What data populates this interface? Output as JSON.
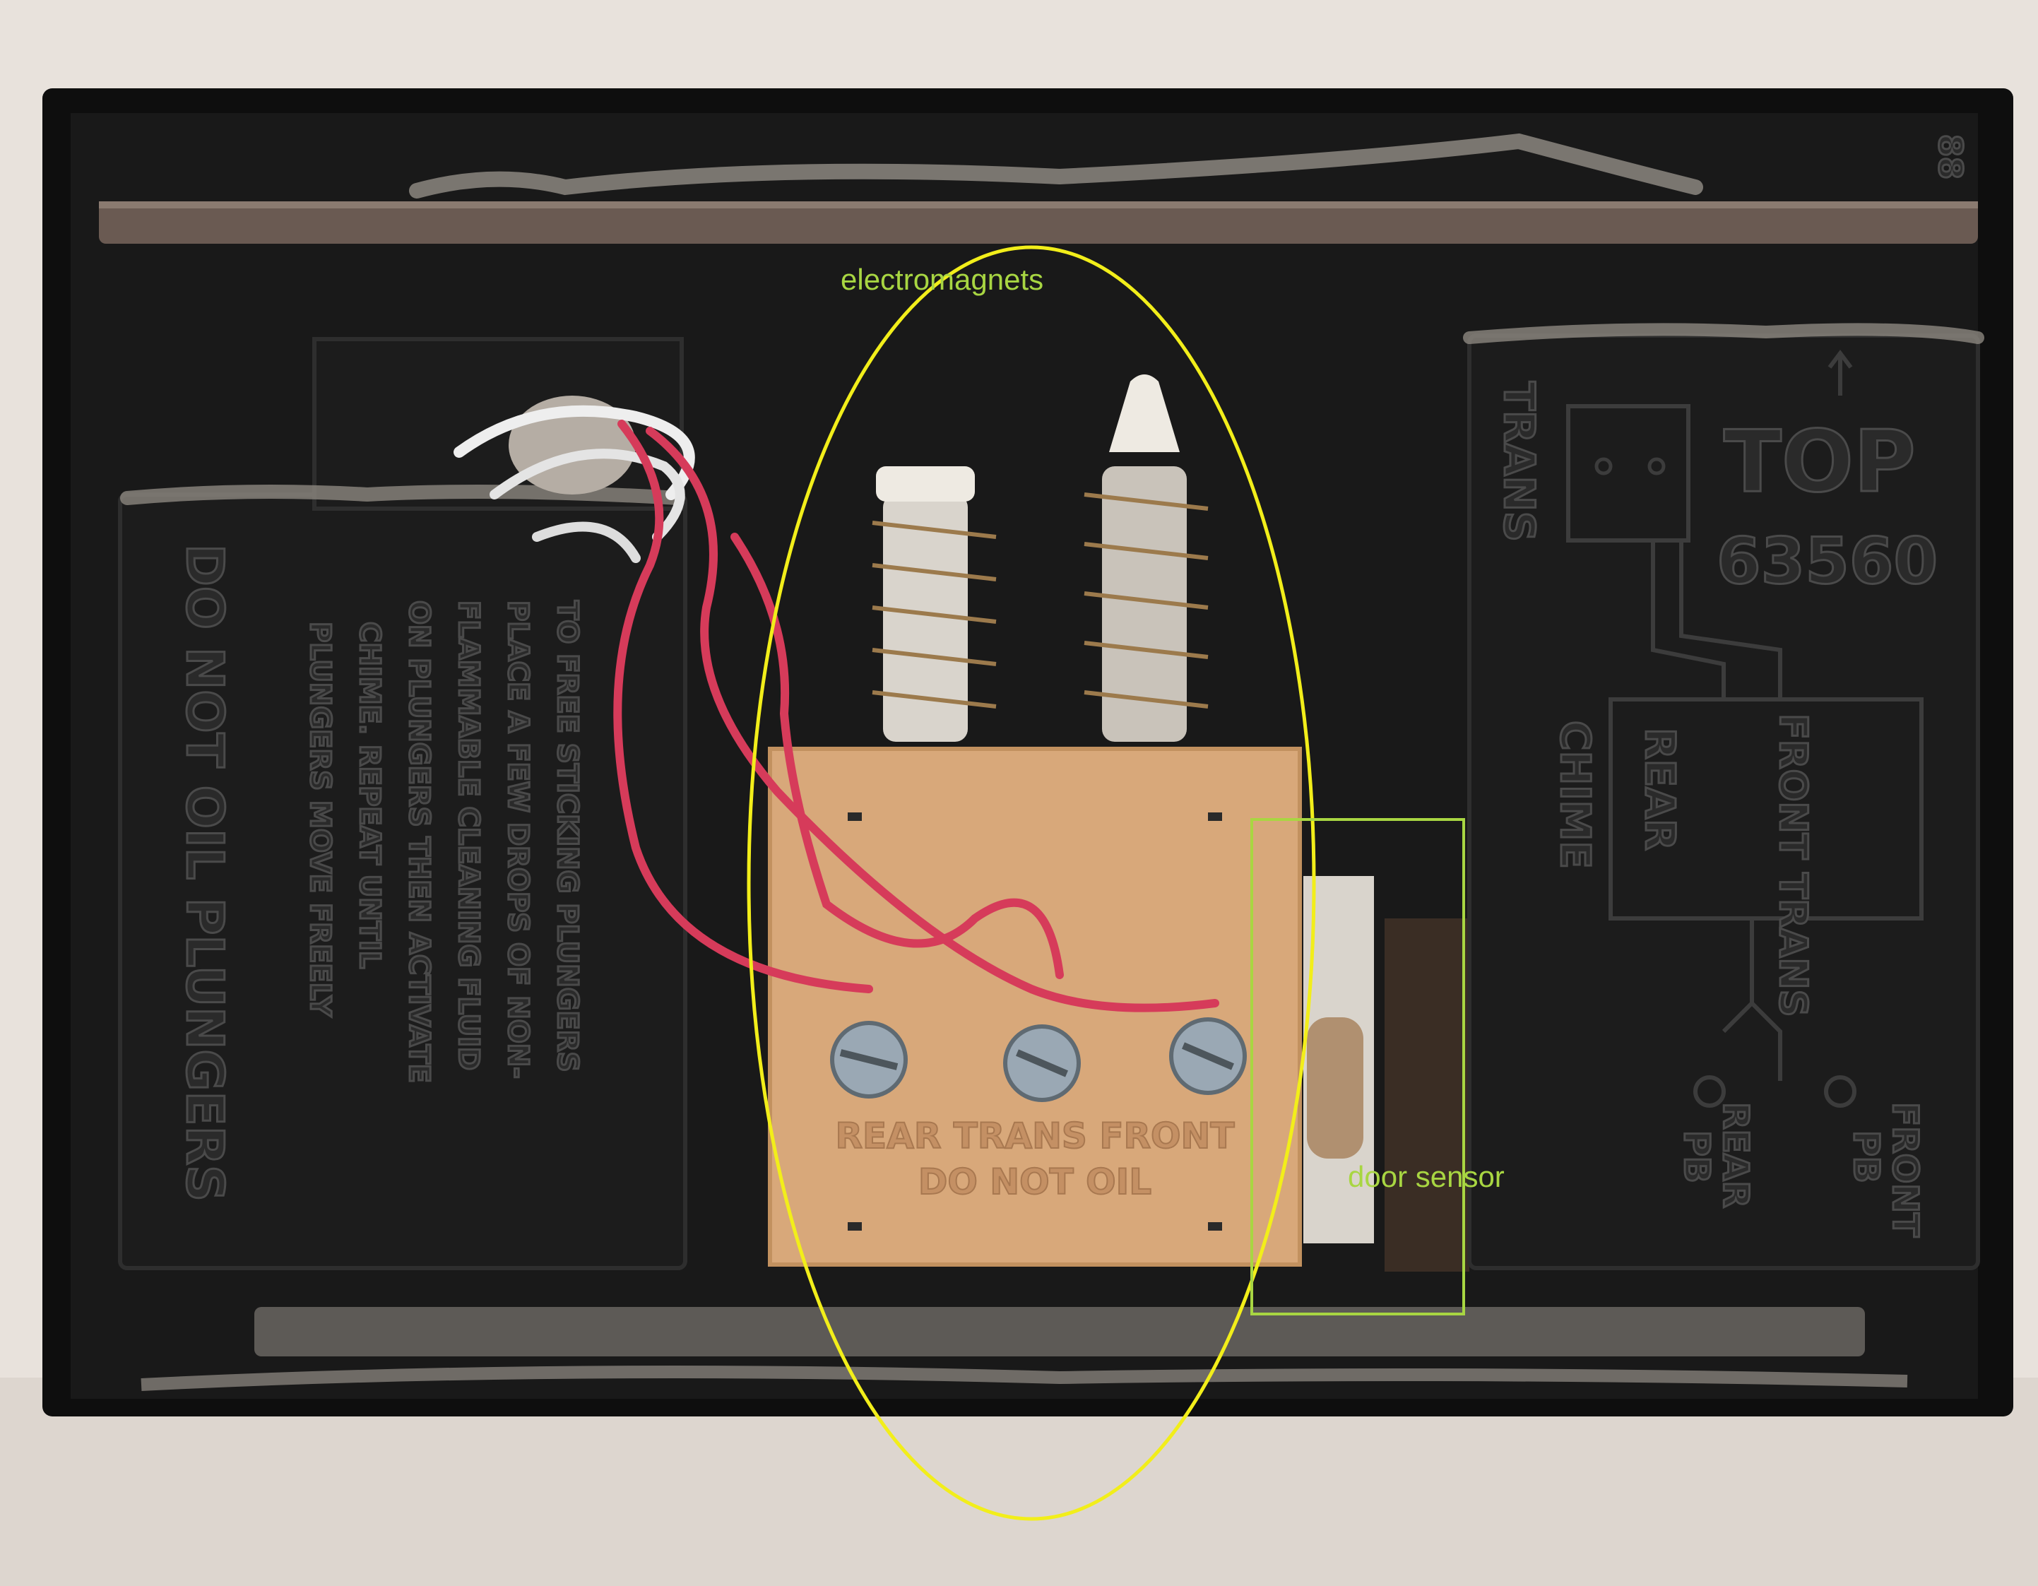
{
  "annotations": {
    "electromagnets_label": "electromagnets",
    "door_sensor_label": "door sensor",
    "ellipse_color": "#f2ee1a",
    "box_color": "#a8d642",
    "label_color": "#a8d642"
  },
  "left_cover": {
    "title": "DO NOT OIL PLUNGERS",
    "lines": [
      "TO FREE STICKING PLUNGERS",
      "PLACE A FEW DROPS OF NON-",
      "FLAMMABLE CLEANING FLUID",
      "ON PLUNGERS THEN ACTIVATE",
      "CHIME. REPEAT UNTIL",
      "PLUNGERS MOVE FREELY"
    ]
  },
  "terminal_board": {
    "line1": "REAR TRANS FRONT",
    "line2": "DO NOT OIL"
  },
  "right_cover": {
    "trans": "TRANS",
    "top": "TOP",
    "model": "63560",
    "chime": "CHIME",
    "rear": "REAR",
    "front_trans": "FRONT TRANS",
    "pb_rear": "REAR",
    "pb_front": "FRONT",
    "pb1": "PB",
    "pb2": "PB",
    "corner_mark": "88"
  },
  "colors": {
    "wall": "#e8e2dc",
    "chime_body": "#141414",
    "board": "#d8a87a",
    "dust": "#8c8780",
    "wire_red": "#d63b5a",
    "wire_white": "#eeeeee"
  }
}
